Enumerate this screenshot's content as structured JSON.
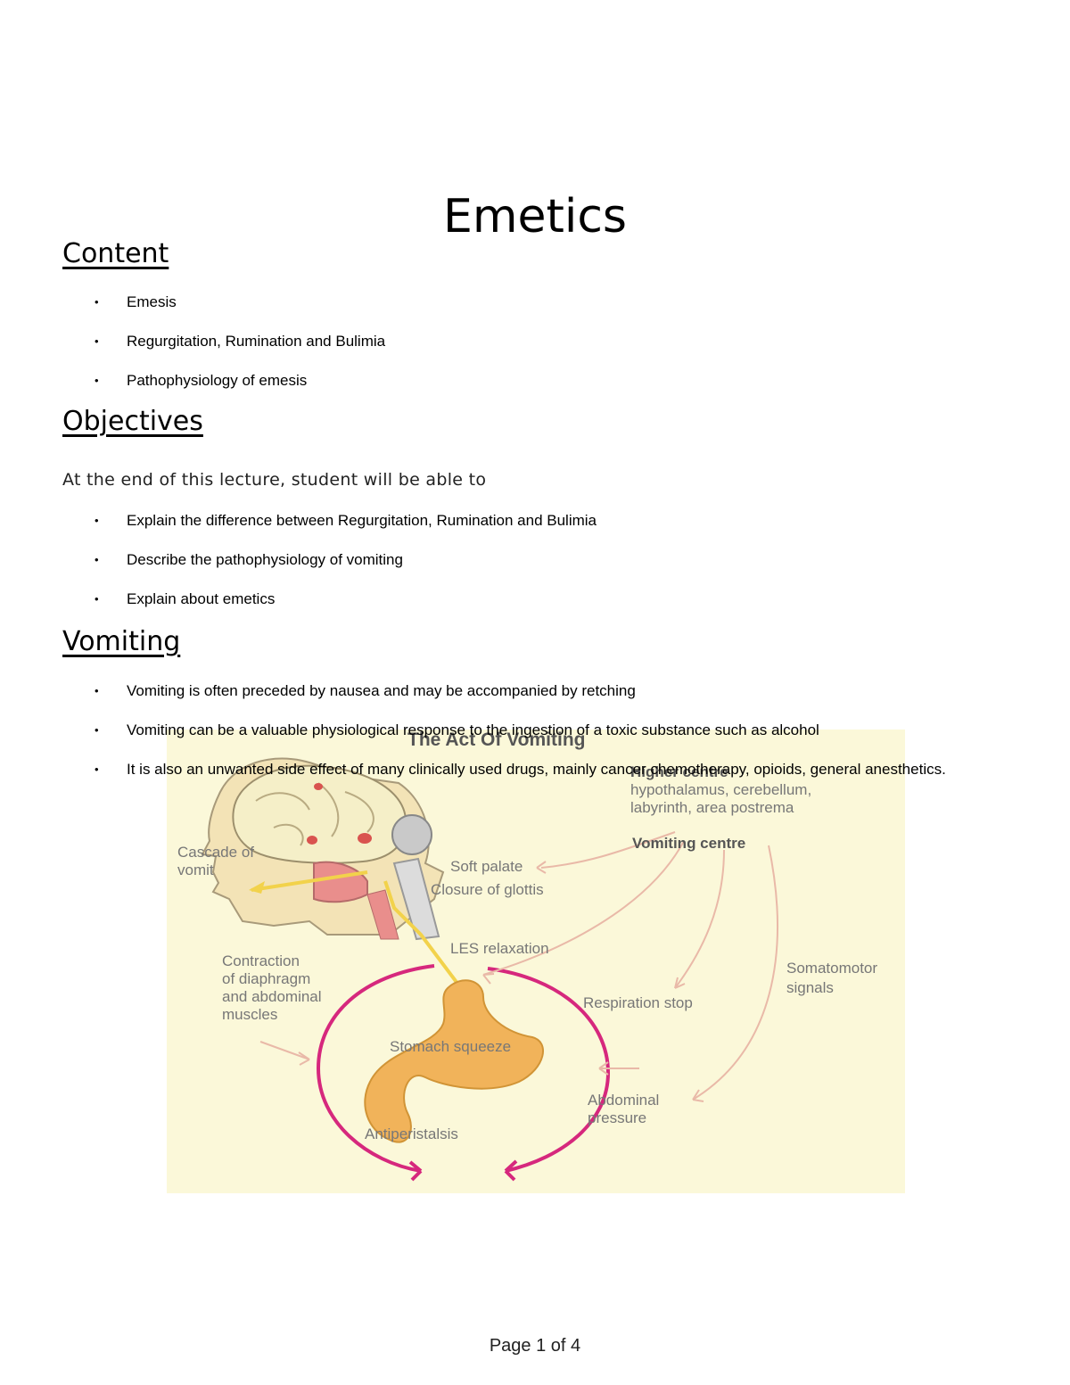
{
  "title": "Emetics",
  "sections": {
    "content": {
      "heading": "Content",
      "items": [
        "Emesis",
        "Regurgitation, Rumination and Bulimia",
        "Pathophysiology of emesis"
      ]
    },
    "objectives": {
      "heading": "Objectives",
      "intro": "At the end of this lecture, student will be able to",
      "items": [
        "Explain the difference between Regurgitation, Rumination and Bulimia",
        "Describe the pathophysiology of vomiting",
        "Explain about  emetics"
      ]
    },
    "vomiting": {
      "heading": "Vomiting",
      "items": [
        "Vomiting is often preceded by nausea and may be accompanied by retching",
        "Vomiting can be a valuable physiological response to the ingestion of a toxic substance such as alcohol",
        "It is also an unwanted side effect of many clinically used drugs, mainly cancer chemotherapy, opioids, general anesthetics."
      ]
    }
  },
  "figure": {
    "title": "The Act Of Vomiting",
    "labels": {
      "higher_centre": "Higher centre",
      "higher_centre_detail_1": "hypothalamus, cerebellum,",
      "higher_centre_detail_2": "labyrinth, area postrema",
      "vomiting_centre": "Vomiting centre",
      "cascade_1": "Cascade of",
      "cascade_2": "vomit",
      "soft_palate": "Soft palate",
      "closure_glottis": "Closure of glottis",
      "les_relaxation": "LES relaxation",
      "contraction_1": "Contraction",
      "contraction_2": "of diaphragm",
      "contraction_3": "and abdominal",
      "contraction_4": "muscles",
      "somatomotor_1": "Somatomotor",
      "somatomotor_2": "signals",
      "respiration_stop": "Respiration stop",
      "stomach_squeeze": "Stomach squeeze",
      "abdominal_1": "Abdominal",
      "abdominal_2": "pressure",
      "antiperistalsis": "Antiperistalsis"
    }
  },
  "footer": "Page 1 of 4"
}
